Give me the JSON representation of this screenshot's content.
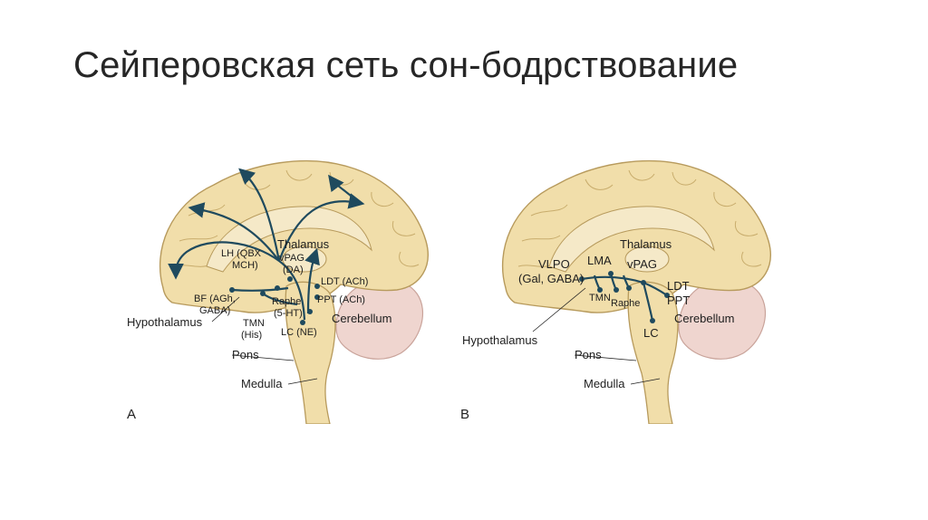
{
  "title": "Сейперовская сеть сон-бодрствование",
  "colors": {
    "brain_fill": "#f1deaa",
    "brain_stroke": "#b79a5c",
    "gyri_stroke": "#c8ac6c",
    "cerebellum_fill": "#efd5cf",
    "cerebellum_stroke": "#c9a39a",
    "pathway": "#1f4a5e",
    "text": "#1e1e1e"
  },
  "panel_a": {
    "letter": "A",
    "labels": {
      "lh1": "LH (QBX",
      "lh2": "MCH)",
      "thalamus": "Thalamus",
      "vpag1": "vPAG",
      "vpag2": "(DA)",
      "ldt": "LDT (ACh)",
      "ppt": "PPT (ACh)",
      "bf1": "BF (AGh,",
      "bf2": "GABA)",
      "hypothalamus": "Hypothalamus",
      "raphe1": "Raphe",
      "raphe2": "(5-HT)",
      "tmn1": "TMN",
      "tmn2": "(His)",
      "lc": "LC (NE)",
      "cerebellum": "Cerebellum",
      "pons": "Pons",
      "medulla": "Medulla"
    }
  },
  "panel_b": {
    "letter": "B",
    "labels": {
      "thalamus": "Thalamus",
      "vlpo1": "VLPO",
      "vlpo2": "(Gal, GABA)",
      "lma": "LMA",
      "vpag": "vPAG",
      "ldt": "LDT",
      "ppt": "PPT",
      "tmn": "TMN",
      "raphe": "Raphe",
      "cerebellum": "Cerebellum",
      "hypothalamus": "Hypothalamus",
      "lc": "LC",
      "pons": "Pons",
      "medulla": "Medulla"
    }
  }
}
